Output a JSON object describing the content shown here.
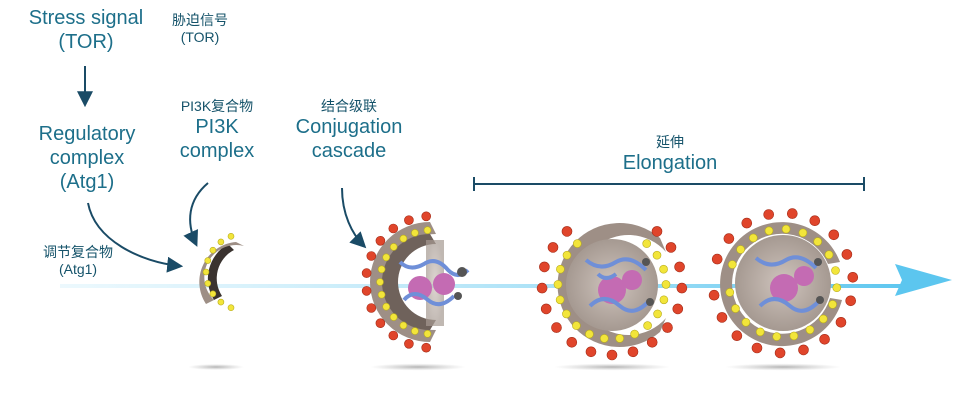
{
  "labels": {
    "stress_signal_en": "Stress signal",
    "stress_signal_en_sub": "(TOR)",
    "stress_signal_zh": "胁迫信号",
    "stress_signal_zh_sub": "(TOR)",
    "regulatory_en_1": "Regulatory",
    "regulatory_en_2": "complex",
    "regulatory_en_3": "(Atg1)",
    "regulatory_zh": "调节复合物",
    "regulatory_zh_sub": "(Atg1)",
    "pi3k_zh": "PI3K复合物",
    "pi3k_en_1": "PI3K",
    "pi3k_en_2": "complex",
    "conjugation_zh": "结合级联",
    "conjugation_en_1": "Conjugation",
    "conjugation_en_2": "cascade",
    "elongation_zh": "延伸",
    "elongation_en": "Elongation"
  },
  "colors": {
    "text_primary": "#1d6f8a",
    "arrow_dark": "#1a4b66",
    "flow_arrow": "#5cc6ef",
    "membrane": "#9e8f86",
    "membrane_dark": "#4a423e",
    "red_bead": "#e0452b",
    "yellow_bead": "#f2e53a",
    "cargo_blue": "#6f8fd8",
    "cargo_pink": "#c46bb3"
  }
}
